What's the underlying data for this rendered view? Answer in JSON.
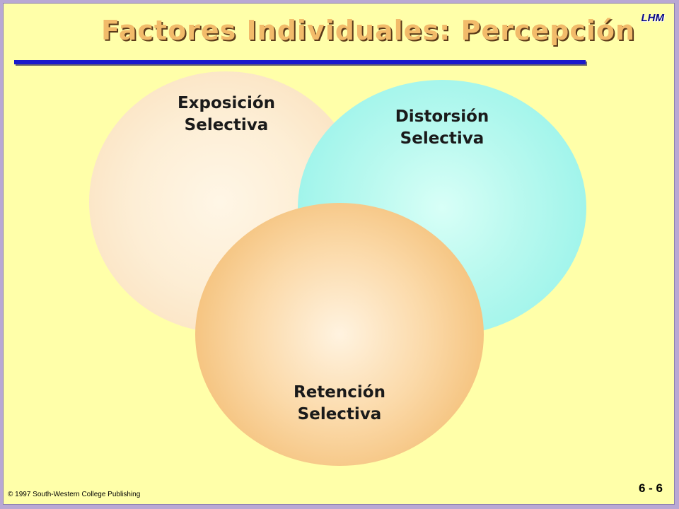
{
  "header": {
    "title": "Factores Individuales:  Percepción",
    "corner_tag": "LHM"
  },
  "diagram": {
    "circles": [
      {
        "line1": "Exposición",
        "line2": "Selectiva",
        "color": "#f9dcb5"
      },
      {
        "line1": "Distorsión",
        "line2": "Selectiva",
        "color": "#8ff1e8"
      },
      {
        "line1": "Retención",
        "line2": "Selectiva",
        "color": "#f0b25e"
      }
    ]
  },
  "footer": {
    "copyright": "©  1997 South-Western College Publishing",
    "page_number": "6 - 6"
  },
  "colors": {
    "background": "#ffffa9",
    "title": "#f2bb6a",
    "rule": "#1a1acc"
  }
}
